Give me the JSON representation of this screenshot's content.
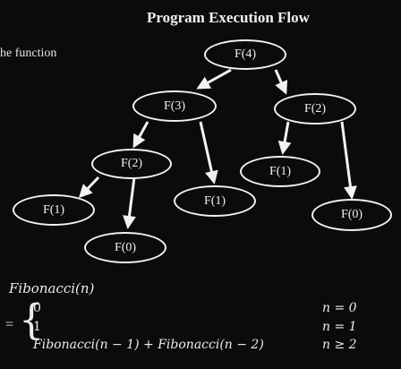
{
  "title": "Program Execution Flow",
  "partial_text": "he function",
  "nodes": {
    "f4": "F(4)",
    "f3": "F(3)",
    "f2_right": "F(2)",
    "f2_left": "F(2)",
    "f1_mid": "F(1)",
    "f1_right": "F(1)",
    "f0_right": "F(0)",
    "f1_left": "F(1)",
    "f0_left": "F(0)"
  },
  "formula": {
    "lhs": "Fibonacci(n)",
    "equals": "=",
    "cases": [
      {
        "value": "0",
        "condition": "n = 0"
      },
      {
        "value": "1",
        "condition": "n = 1"
      },
      {
        "value": "Fibonacci(n − 1) + Fibonacci(n − 2)",
        "condition": "n ≥ 2"
      }
    ]
  },
  "colors": {
    "background": "#0b0b0b",
    "foreground": "#f2f2f2"
  }
}
